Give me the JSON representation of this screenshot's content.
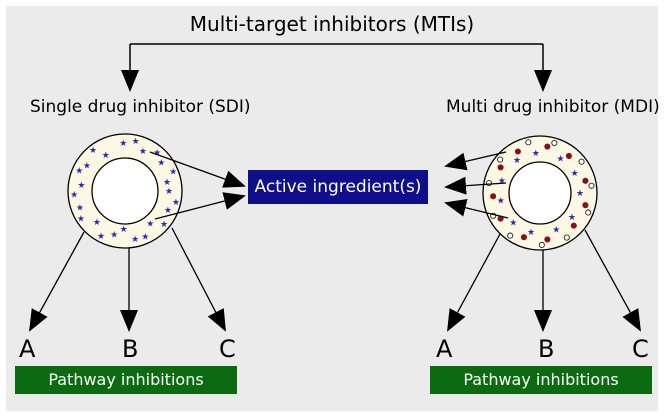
{
  "title": "Multi-target inhibitors (MTIs)",
  "sdi": {
    "label": "Single drug inhibitor (SDI)",
    "targets": [
      "A",
      "B",
      "C"
    ],
    "pathway_label": "Pathway inhibitions"
  },
  "mdi": {
    "label": "Multi drug inhibitor (MDI)",
    "targets": [
      "A",
      "B",
      "C"
    ],
    "pathway_label": "Pathway inhibitions"
  },
  "center_label": "Active ingredient(s)",
  "colors": {
    "background": "#ebebeb",
    "ring_fill": "#fcf8e3",
    "star": "#2b2bb8",
    "dot_red": "#8b0f1a",
    "active_box": "#0f0f8c",
    "pathway_box": "#0c6b10"
  }
}
